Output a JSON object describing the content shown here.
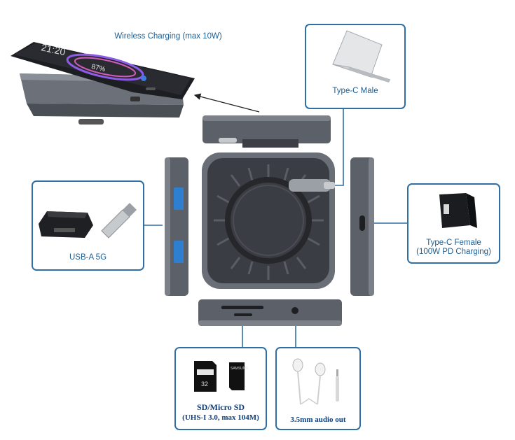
{
  "labels": {
    "wireless": "Wireless  Charging (max 10W)",
    "type_c_male": "Type-C Male",
    "usb_a": "USB-A 5G",
    "type_c_female_line1": "Type-C Female",
    "type_c_female_line2": "(100W PD Charging)",
    "sd_line1": "SD/Micro SD",
    "sd_line2": "(UHS-I 3.0, max 104M)",
    "audio": "3.5mm audio out"
  },
  "phone": {
    "time": "21:20",
    "battery": "87%"
  },
  "cards": {
    "sd_capacity": "32",
    "microsd_brand": "SAMSUNG"
  },
  "colors": {
    "accent_line": "#2f6fa3",
    "label_text": "#1d5f93",
    "device_grey": "#5c6169"
  }
}
